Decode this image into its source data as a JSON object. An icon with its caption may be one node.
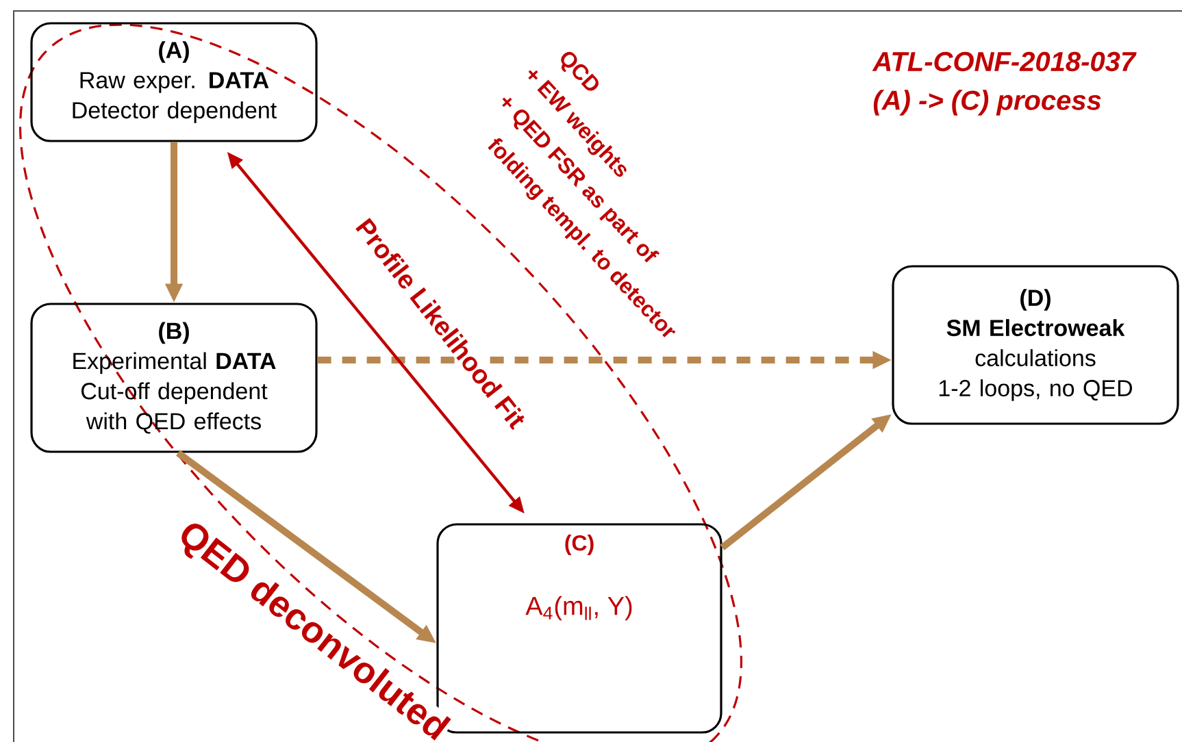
{
  "diagram": {
    "nodes": [
      {
        "text": [
          "(A)",
          "Raw exper. **DATA**",
          "Detector dependent"
        ]
      },
      {
        "text": [
          "(B)",
          "Experimental **DATA**",
          "Cut-off dependent",
          "with QED effects"
        ]
      },
      {
        "text": [
          "(C)",
          "A$_{4}$(m$_{ll}$, Y)"
        ]
      },
      {
        "text": [
          "(D)",
          "SM Electroweak",
          "calculations",
          "1-2 loops, no QED"
        ]
      }
    ],
    "edges": [
      {
        "from": 0,
        "to": 1,
        "arrow": "to"
      },
      {
        "from": 1,
        "to": 3,
        "arrow": "to",
        "style": "dashed"
      },
      {
        "from": 1,
        "to": 2,
        "arrow": "to",
        "label": "QED deconvoluted"
      },
      {
        "from": 0,
        "to": 2,
        "arrow": "both",
        "label": "Profile Likelihood Fit",
        "color": "#c00000"
      },
      {
        "from": 2,
        "to": 3,
        "arrow": "to"
      }
    ],
    "labels": [
      "ATL-CONF-2018-037",
      "(A) -> (C) process",
      "QCD",
      "+ EW weights",
      "+ QED FSR as part of",
      "folding templ. to detector"
    ]
  }
}
